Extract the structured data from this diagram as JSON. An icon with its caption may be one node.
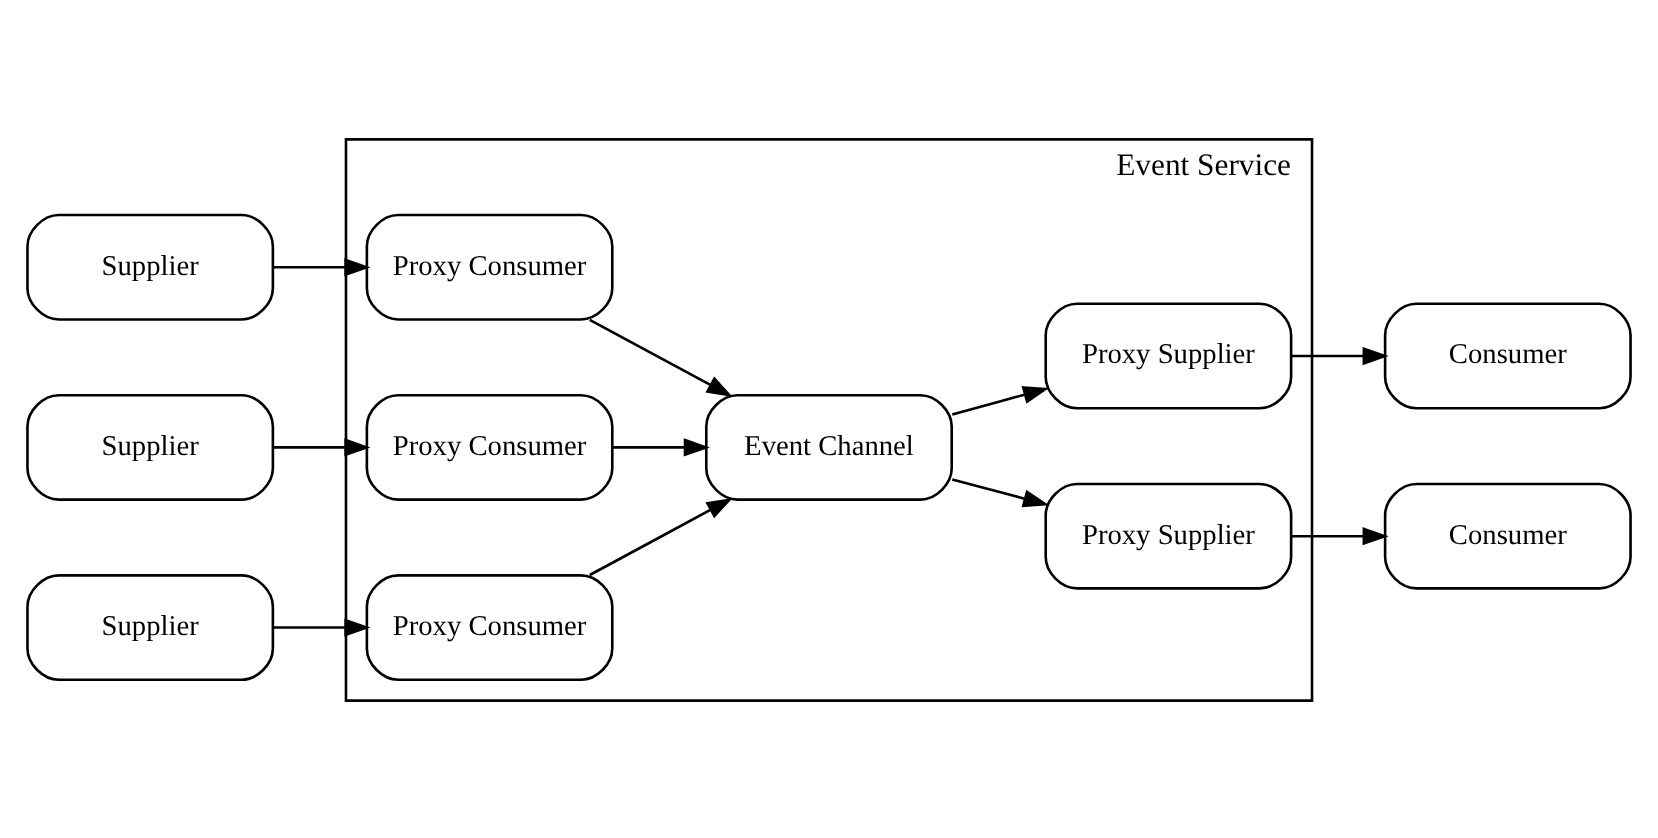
{
  "diagram": {
    "nodes": [
      {
        "text": [
          "Event Service"
        ]
      },
      {
        "text": [
          "Supplier"
        ]
      },
      {
        "text": [
          "Proxy Consumer"
        ],
        "in": 0
      },
      {
        "text": [
          "Supplier"
        ]
      },
      {
        "text": [
          "Proxy Consumer"
        ],
        "in": 0
      },
      {
        "text": [
          "Supplier"
        ]
      },
      {
        "text": [
          "Proxy Consumer"
        ],
        "in": 0
      },
      {
        "text": [
          "Event Channel"
        ],
        "in": 0
      },
      {
        "text": [
          "Proxy Supplier"
        ],
        "in": 0
      },
      {
        "text": [
          "Consumer"
        ]
      },
      {
        "text": [
          "Proxy Supplier"
        ],
        "in": 0
      },
      {
        "text": [
          "Consumer"
        ]
      }
    ],
    "edges": [
      {
        "from": 1,
        "to": 2,
        "arrow": "to"
      },
      {
        "from": 3,
        "to": 4,
        "arrow": "to"
      },
      {
        "from": 5,
        "to": 6,
        "arrow": "to"
      },
      {
        "from": 2,
        "to": 7,
        "arrow": "to"
      },
      {
        "from": 4,
        "to": 7,
        "arrow": "to"
      },
      {
        "from": 6,
        "to": 7,
        "arrow": "to"
      },
      {
        "from": 7,
        "to": 8,
        "arrow": "to"
      },
      {
        "from": 7,
        "to": 10,
        "arrow": "to"
      },
      {
        "from": 8,
        "to": 9,
        "arrow": "to"
      },
      {
        "from": 10,
        "to": 11,
        "arrow": "to"
      }
    ]
  }
}
